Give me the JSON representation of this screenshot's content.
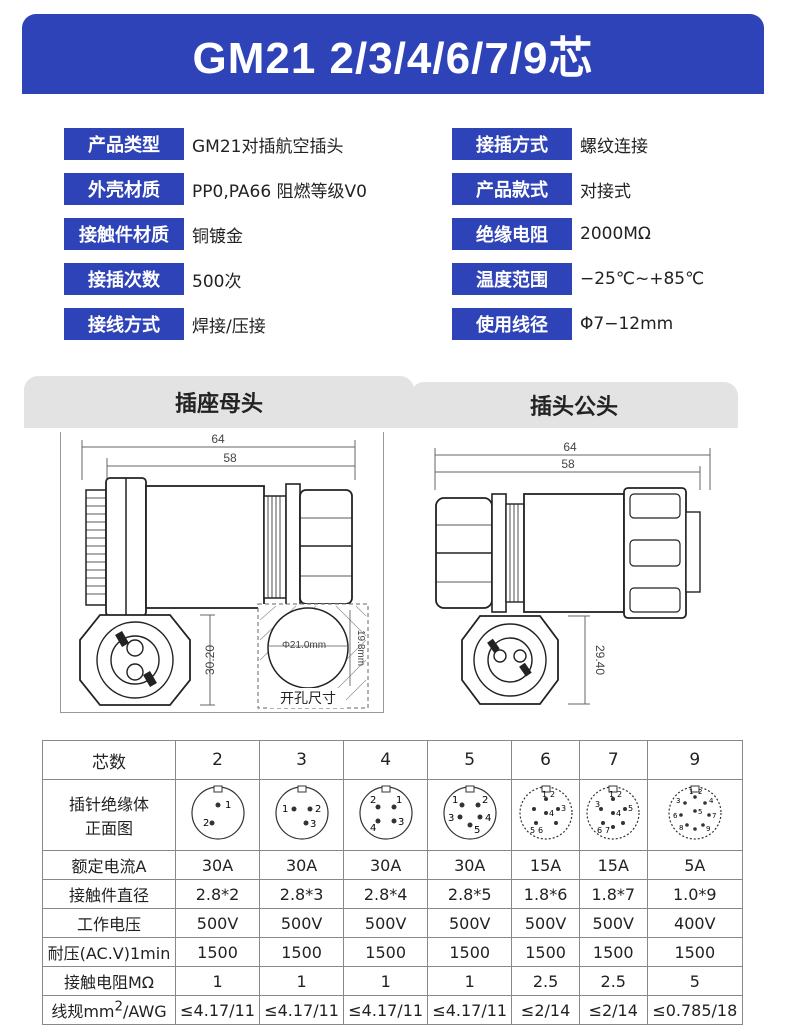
{
  "header": {
    "title": "GM21   2/3/4/6/7/9芯"
  },
  "specs_left": [
    {
      "label": "产品类型",
      "value": "GM21对插航空插头"
    },
    {
      "label": "外壳材质",
      "value": "PP0,PA66 阻燃等级V0"
    },
    {
      "label": "接触件材质",
      "value": "铜镀金"
    },
    {
      "label": "接插次数",
      "value": "500次"
    },
    {
      "label": "接线方式",
      "value": "焊接/压接"
    }
  ],
  "specs_right": [
    {
      "label": "接插方式",
      "value": "螺纹连接"
    },
    {
      "label": "产品款式",
      "value": "对接式"
    },
    {
      "label": "绝缘电阻",
      "value": "2000MΩ"
    },
    {
      "label": "温度范围",
      "value": "−25℃~+85℃"
    },
    {
      "label": "使用线径",
      "value": "Φ7−12mm"
    }
  ],
  "socket": {
    "tab": "插座母头",
    "dim_64": "64",
    "dim_58": "58",
    "dim_30_20": "30.20",
    "hole_dia": "Φ21.0mm",
    "hole_h": "19.8mm",
    "hole_caption": "开孔尺寸"
  },
  "plug": {
    "tab": "插头公头",
    "dim_64": "64",
    "dim_58": "58",
    "dim_29_40": "29.40"
  },
  "table": {
    "head": [
      "芯数",
      "2",
      "3",
      "4",
      "5",
      "6",
      "7",
      "9"
    ],
    "pins_label_1": "插针绝缘体",
    "pins_label_2": "正面图",
    "rows": [
      {
        "label": "额定电流A",
        "cells": [
          "30A",
          "30A",
          "30A",
          "30A",
          "15A",
          "15A",
          "5A"
        ]
      },
      {
        "label": "接触件直径",
        "cells": [
          "2.8*2",
          "2.8*3",
          "2.8*4",
          "2.8*5",
          "1.8*6",
          "1.8*7",
          "1.0*9"
        ]
      },
      {
        "label": "工作电压",
        "cells": [
          "500V",
          "500V",
          "500V",
          "500V",
          "500V",
          "500V",
          "400V"
        ]
      },
      {
        "label": "耐压(AC.V)1min",
        "cells": [
          "1500",
          "1500",
          "1500",
          "1500",
          "1500",
          "1500",
          "1500"
        ]
      },
      {
        "label": "接触电阻MΩ",
        "cells": [
          "1",
          "1",
          "1",
          "1",
          "2.5",
          "2.5",
          "5"
        ]
      }
    ],
    "wire_label": "线规mm",
    "wire_sup": "2",
    "wire_suffix": "/AWG",
    "wire_cells": [
      "≤4.17/11",
      "≤4.17/11",
      "≤4.17/11",
      "≤4.17/11",
      "≤2/14",
      "≤2/14",
      "≤0.785/18"
    ]
  },
  "pin_numbers": {
    "c2": [
      "1",
      "2"
    ],
    "c3": [
      "1",
      "2",
      "3"
    ],
    "c4": [
      "1",
      "2",
      "3",
      "4"
    ],
    "c5": [
      "1",
      "2",
      "3",
      "4",
      "5"
    ],
    "c6": [
      "1",
      "2",
      "3",
      "4",
      "5",
      "6"
    ],
    "c7": [
      "1",
      "2",
      "3",
      "4",
      "5",
      "6",
      "7"
    ],
    "c9": [
      "1",
      "2",
      "3",
      "4",
      "5",
      "6",
      "7",
      "8",
      "9"
    ]
  }
}
